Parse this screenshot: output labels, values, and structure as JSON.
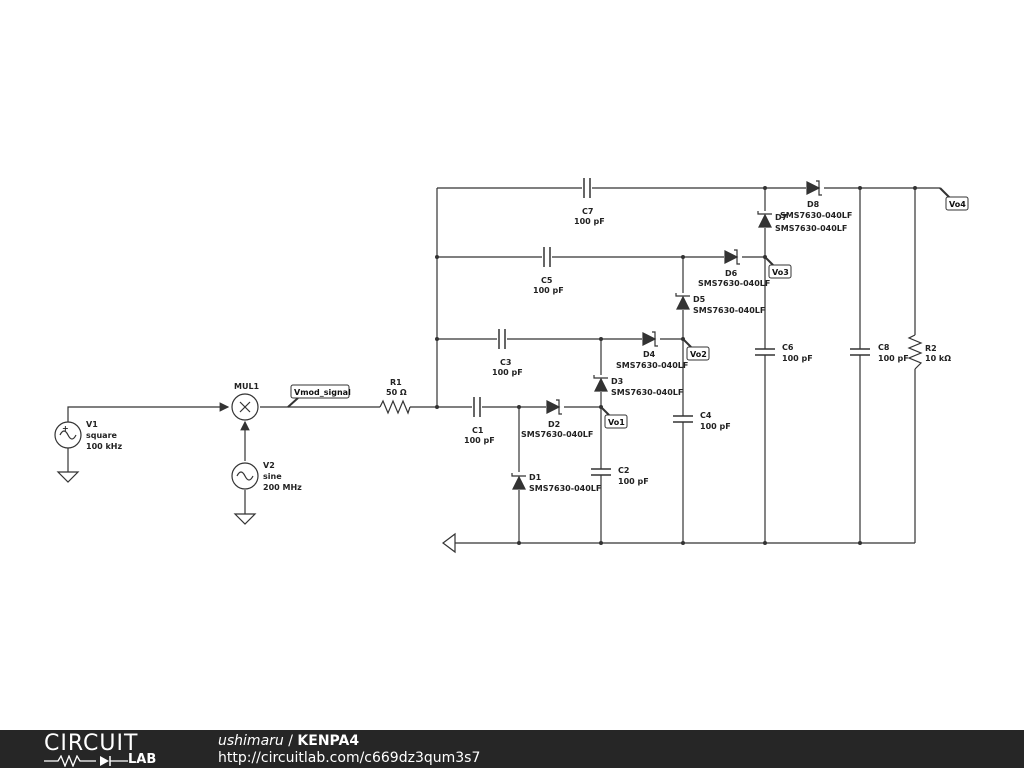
{
  "footer": {
    "logo_top": "CIRCUIT",
    "logo_bottom": "LAB",
    "user": "ushimaru",
    "separator": "/",
    "project": "KENPA4",
    "url": "http://circuitlab.com/c669dz3qum3s7"
  },
  "components": {
    "V1": {
      "name": "V1",
      "type": "square",
      "value": "100 kHz"
    },
    "V2": {
      "name": "V2",
      "type": "sine",
      "value": "200 MHz"
    },
    "MUL1": {
      "name": "MUL1"
    },
    "R1": {
      "name": "R1",
      "value": "50 Ω"
    },
    "R2": {
      "name": "R2",
      "value": "10 kΩ"
    },
    "C1": {
      "name": "C1",
      "value": "100 pF"
    },
    "C2": {
      "name": "C2",
      "value": "100 pF"
    },
    "C3": {
      "name": "C3",
      "value": "100 pF"
    },
    "C4": {
      "name": "C4",
      "value": "100 pF"
    },
    "C5": {
      "name": "C5",
      "value": "100 pF"
    },
    "C6": {
      "name": "C6",
      "value": "100 pF"
    },
    "C7": {
      "name": "C7",
      "value": "100 pF"
    },
    "C8": {
      "name": "C8",
      "value": "100 pF"
    },
    "D1": {
      "name": "D1",
      "part": "SMS7630-040LF"
    },
    "D2": {
      "name": "D2",
      "part": "SMS7630-040LF"
    },
    "D3": {
      "name": "D3",
      "part": "SMS7630-040LF"
    },
    "D4": {
      "name": "D4",
      "part": "SMS7630-040LF"
    },
    "D5": {
      "name": "D5",
      "part": "SMS7630-040LF"
    },
    "D6": {
      "name": "D6",
      "part": "SMS7630-040LF"
    },
    "D7": {
      "name": "D7",
      "part": "SMS7630-040LF"
    },
    "D8": {
      "name": "D8",
      "part": "SMS7630-040LF"
    }
  },
  "nets": {
    "vmod": "Vmod_signal",
    "vo1": "Vo1",
    "vo2": "Vo2",
    "vo3": "Vo3",
    "vo4": "Vo4"
  },
  "colors": {
    "wire": "#333333",
    "footer_bg": "#262626",
    "text": "#222222"
  }
}
